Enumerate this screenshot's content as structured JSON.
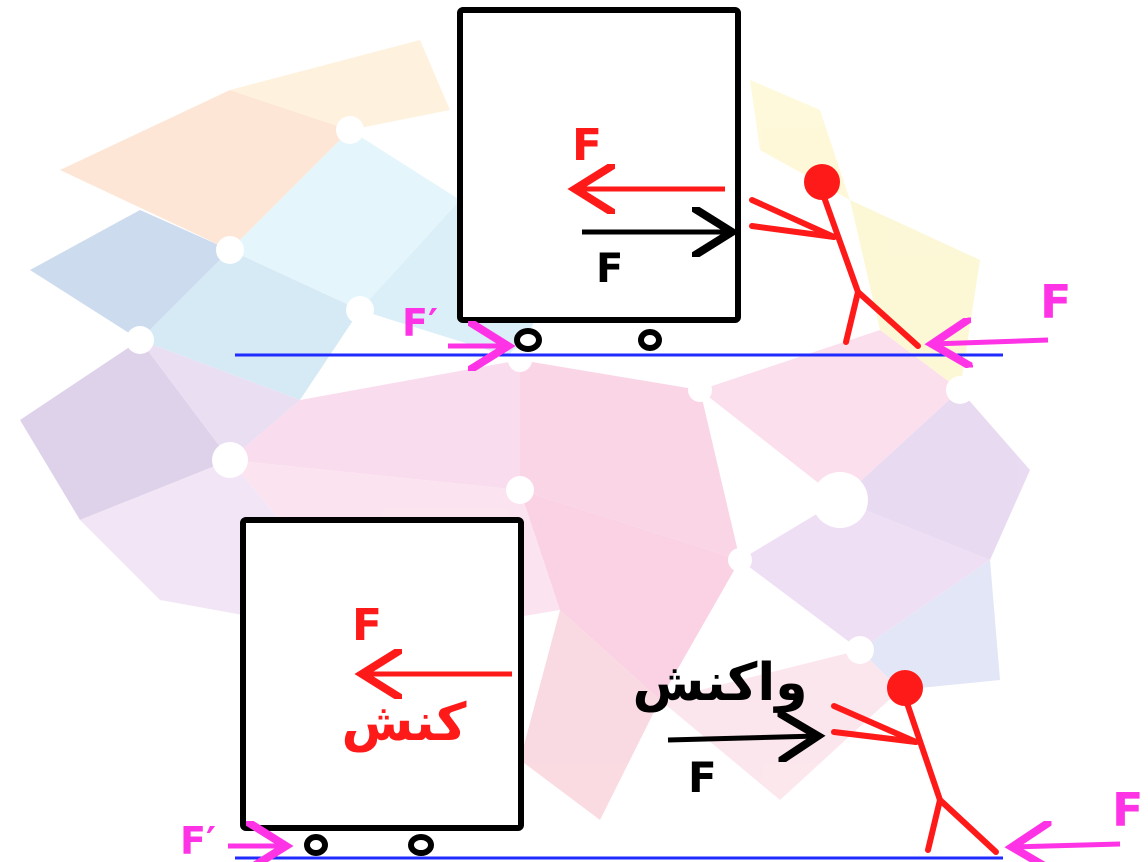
{
  "colors": {
    "red": "#ff1a1a",
    "black": "#000000",
    "magenta": "#ff33e6",
    "ground": "#1f2bff",
    "box": "#000000"
  },
  "top_scene": {
    "force_on_box": "F",
    "force_on_person": "F",
    "ground_force_person": "F",
    "ground_force_box": "F′"
  },
  "bottom_scene": {
    "force_on_box": "F",
    "force_on_box_label": "کنش",
    "force_on_person": "F",
    "force_on_person_label": "واکنش",
    "ground_force_person": "F",
    "ground_force_box": "F′"
  }
}
